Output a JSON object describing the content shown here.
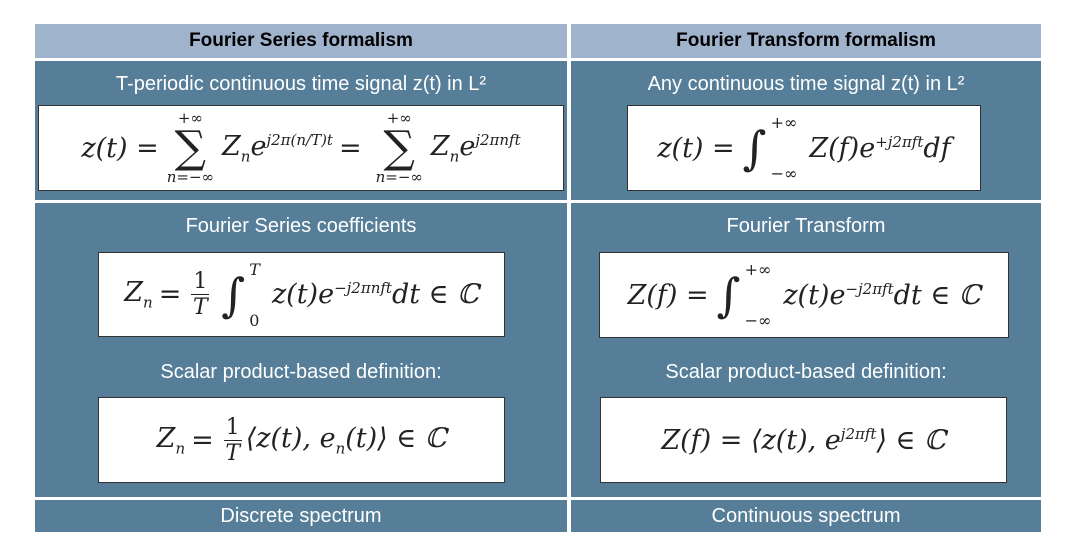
{
  "left": {
    "header": "Fourier Series formalism",
    "signal_label": "T-periodic continuous time signal z(t) in L²",
    "series_formula": {
      "lhs": "z(t) =",
      "upper": "+∞",
      "sigma": "∑",
      "lower": "n=−∞",
      "term1": "Z",
      "sub": "n",
      "exp1": "j2π(n/T)t",
      "eq": "=",
      "exp2": "j2πnft",
      "e": "e"
    },
    "coef_label": "Fourier Series coefficients",
    "coef_formula": {
      "lhs": "Z",
      "sub": "n",
      "eq": "=",
      "num": "1",
      "den": "T",
      "int": "∫",
      "upper": "T",
      "lower": "0",
      "body": "z(t)e",
      "exp": "−j2πnft",
      "tail": "dt ∈ ℂ"
    },
    "scalar_label": "Scalar product-based definition:",
    "scalar_formula": {
      "lhs": "Z",
      "sub": "n",
      "eq": "=",
      "num": "1",
      "den": "T",
      "body": "⟨z(t), e",
      "bsub": "n",
      "tail": "(t)⟩ ∈ ℂ"
    },
    "footer": "Discrete spectrum"
  },
  "right": {
    "header": "Fourier Transform formalism",
    "signal_label": "Any continuous time signal z(t) in L²",
    "inverse_formula": {
      "lhs": "z(t) =",
      "int": "∫",
      "upper": "+∞",
      "lower": "−∞",
      "body": "Z(f)e",
      "exp": "+j2πft",
      "tail": "df"
    },
    "transform_label": "Fourier Transform",
    "transform_formula": {
      "lhs": "Z(f) =",
      "int": "∫",
      "upper": "+∞",
      "lower": "−∞",
      "body": "z(t)e",
      "exp": "−j2πft",
      "tail": "dt ∈ ℂ"
    },
    "scalar_label": "Scalar product-based definition:",
    "scalar_formula": {
      "lhs": "Z(f) = ⟨z(t), e",
      "exp": "j2πft",
      "tail": "⟩ ∈ ℂ"
    },
    "footer": "Continuous spectrum"
  }
}
